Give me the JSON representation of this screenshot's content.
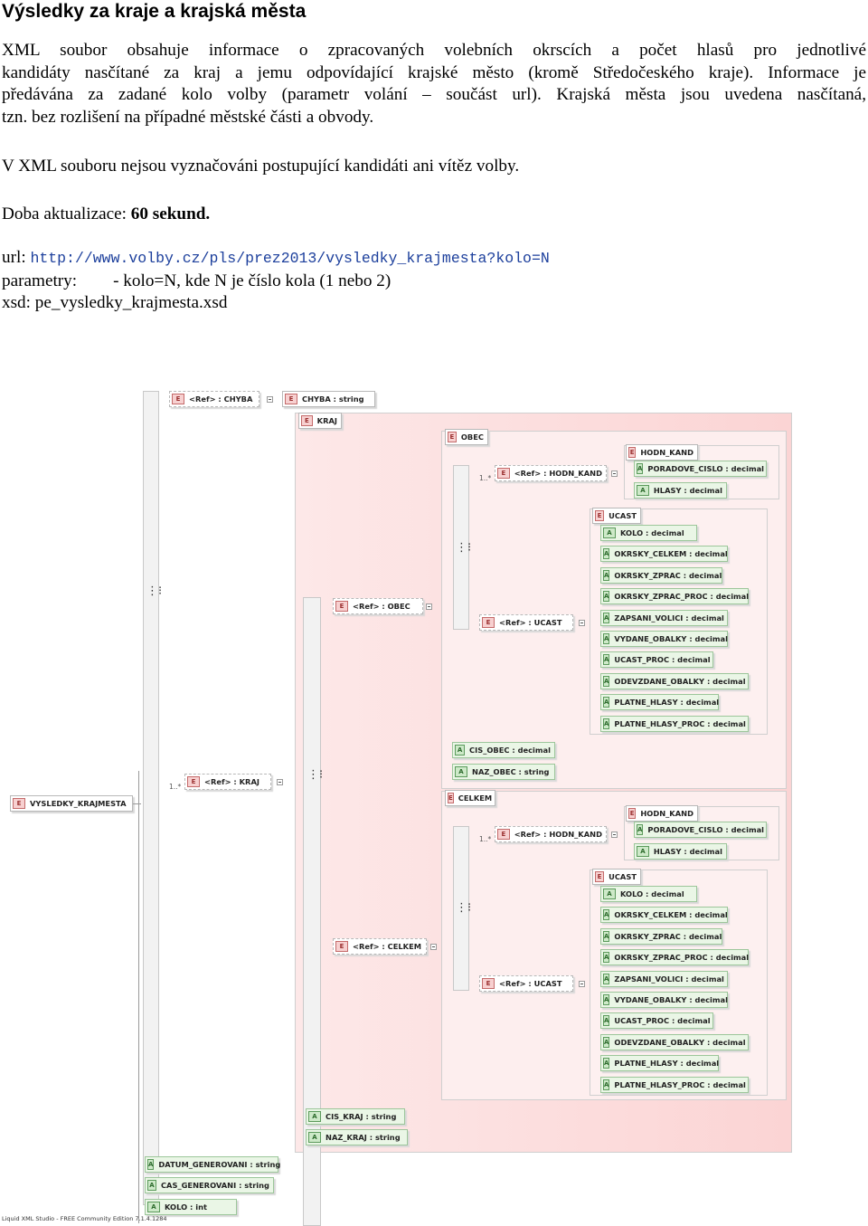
{
  "document": {
    "title": "Výsledky za kraje a krajská města",
    "paragraph1_lines": [
      "XML soubor obsahuje informace o zpracovaných volebních okrscích a počet hlasů pro jednotlivé",
      "kandidáty nasčítané za kraj a jemu odpovídající krajské město (kromě Středočeského kraje). Informace je",
      "předávána za zadané kolo volby (parametr volání – součást url). Krajská města jsou uvedena nasčítaná,"
    ],
    "paragraph1_last": "tzn. bez rozlišení na případné městské části a obvody.",
    "paragraph2": "V XML souboru nejsou vyznačováni postupující kandidáti ani vítěz volby.",
    "update_label": "Doba aktualizace: ",
    "update_value": "60 sekund.",
    "url_label": "url:",
    "url_value": "http://www.volby.cz/pls/prez2013/vysledky_krajmesta?kolo=N",
    "params_label": "parametry:",
    "params_value": "- kolo=N, kde N je číslo kola (1 nebo 2)",
    "xsd_label": "xsd: ",
    "xsd_value": "pe_vysledky_krajmesta.xsd"
  },
  "diagram": {
    "root": "VYSLEDKY_KRAJMESTA",
    "chyba_ref": "<Ref>   : CHYBA",
    "chyba_el": "CHYBA    : string",
    "kraj": "KRAJ",
    "kraj_ref": "<Ref>    : KRAJ",
    "kraj_mult": "1..*",
    "obec_ref": "<Ref>    : OBEC",
    "obec": "OBEC",
    "hodn_kand_ref": "<Ref>    : HODN_KAND",
    "hodn_kand_mult": "1..*",
    "hodn_kand": "HODN_KAND",
    "poradove_cislo": "PORADOVE_CISLO   : decimal",
    "hlasy": "HLASY    : decimal",
    "ucast": "UCAST",
    "ucast_ref": "<Ref>    : UCAST",
    "ucast_attrs": [
      "KOLO    : decimal",
      "OKRSKY_CELKEM   : decimal",
      "OKRSKY_ZPRAC   : decimal",
      "OKRSKY_ZPRAC_PROC   : decimal",
      "ZAPSANI_VOLICI   : decimal",
      "VYDANE_OBALKY   : decimal",
      "UCAST_PROC   : decimal",
      "ODEVZDANE_OBALKY   : decimal",
      "PLATNE_HLASY   : decimal",
      "PLATNE_HLASY_PROC   : decimal"
    ],
    "cis_obec": "CIS_OBEC   : decimal",
    "naz_obec": "NAZ_OBEC   : string",
    "celkem_ref": "<Ref>    : CELKEM",
    "celkem": "CELKEM",
    "cis_kraj": "CIS_KRAJ   : string",
    "naz_kraj": "NAZ_KRAJ   : string",
    "datum_generovani": "DATUM_GENEROVANI   : string",
    "cas_generovani": "CAS_GENEROVANI   : string",
    "kolo_root": "KOLO    : int",
    "footer": "Liquid XML Studio - FREE Community Edition 7.1.4.1284"
  }
}
